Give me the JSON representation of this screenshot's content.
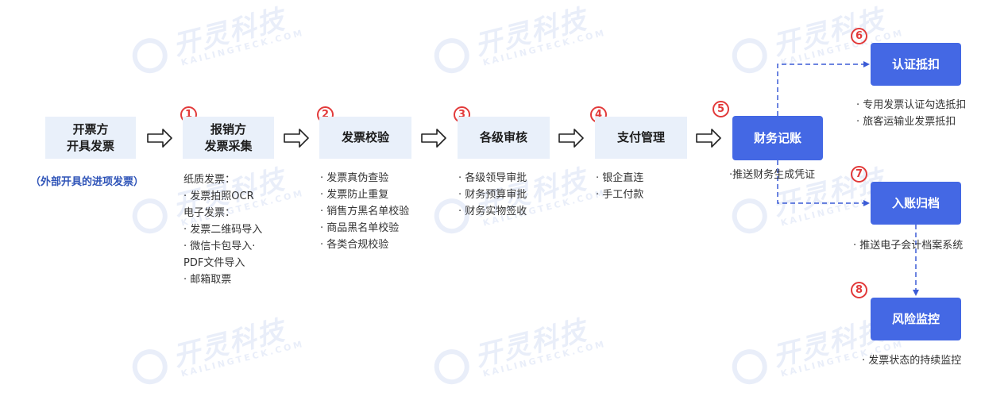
{
  "watermark": {
    "cn": "开灵科技",
    "en": "KAILINGTECK.COM"
  },
  "colors": {
    "accent": "#4468e4",
    "light_box": "#e9f0fa",
    "step_number": "#e23a3a",
    "dash": "#3b5bd6"
  },
  "issuer": {
    "title": "开票方\n开具发票",
    "note": "（外部开具的进项发票）"
  },
  "steps": [
    {
      "num": "1",
      "title": "报销方\n发票采集",
      "items": [
        "纸质发票：",
        "· 发票拍照OCR",
        "电子发票：",
        "· 发票二维码导入",
        "· 微信卡包导入·",
        "PDF文件导入",
        "· 邮箱取票"
      ]
    },
    {
      "num": "2",
      "title": "发票校验",
      "items": [
        "· 发票真伪查验",
        "· 发票防止重复",
        "· 销售方黑名单校验",
        "· 商品黑名单校验",
        "· 各类合规校验"
      ]
    },
    {
      "num": "3",
      "title": "各级审核",
      "items": [
        "· 各级领导审批",
        "· 财务预算审批",
        "· 财务实物签收"
      ]
    },
    {
      "num": "4",
      "title": "支付管理",
      "items": [
        "· 银企直连",
        "· 手工付款"
      ]
    },
    {
      "num": "5",
      "title": "财务记账",
      "items": [
        "·推送财务生成凭证"
      ]
    },
    {
      "num": "6",
      "title": "认证抵扣",
      "items": [
        "· 专用发票认证勾选抵扣",
        "· 旅客运输业发票抵扣"
      ]
    },
    {
      "num": "7",
      "title": "入账归档",
      "items": [
        "· 推送电子会计档案系统"
      ]
    },
    {
      "num": "8",
      "title": "风险监控",
      "items": [
        "· 发票状态的持续监控"
      ]
    }
  ]
}
